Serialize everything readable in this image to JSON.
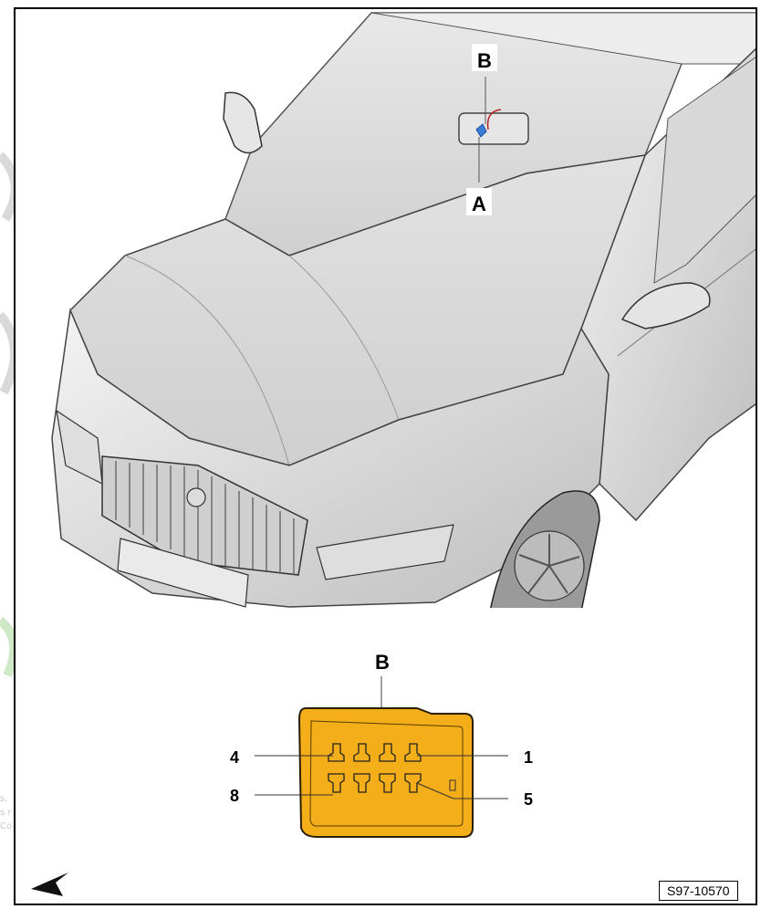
{
  "callouts": {
    "mirror_label_b": "B",
    "mirror_label_a": "A",
    "connector_title": "B"
  },
  "pins": {
    "top_left": "4",
    "top_right": "1",
    "bottom_left": "8",
    "bottom_right": "5"
  },
  "diagram_code": "S97-10570",
  "watermark_text": "s, \ns r\nCo",
  "colors": {
    "connector_fill": "#f3ae1a",
    "connector_stroke": "#2a1f00"
  }
}
